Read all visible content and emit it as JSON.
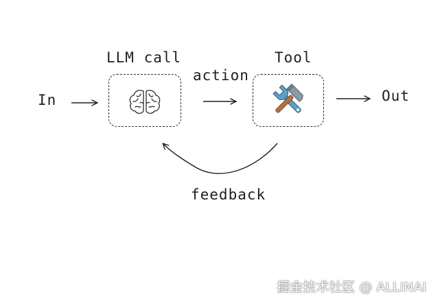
{
  "nodes": {
    "input_label": "In",
    "llm_label": "LLM call",
    "tool_label": "Tool",
    "output_label": "Out"
  },
  "edges": {
    "action_label": "action",
    "feedback_label": "feedback"
  },
  "icons": {
    "llm": "brain-icon",
    "tool": "hammer-wrench-icon"
  },
  "colors": {
    "stroke": "#1e1e1e",
    "tool_wrench": "#5d9fc9",
    "tool_handle": "#b5703d"
  },
  "watermark": "掘金技术社区 @ ALLINAI"
}
